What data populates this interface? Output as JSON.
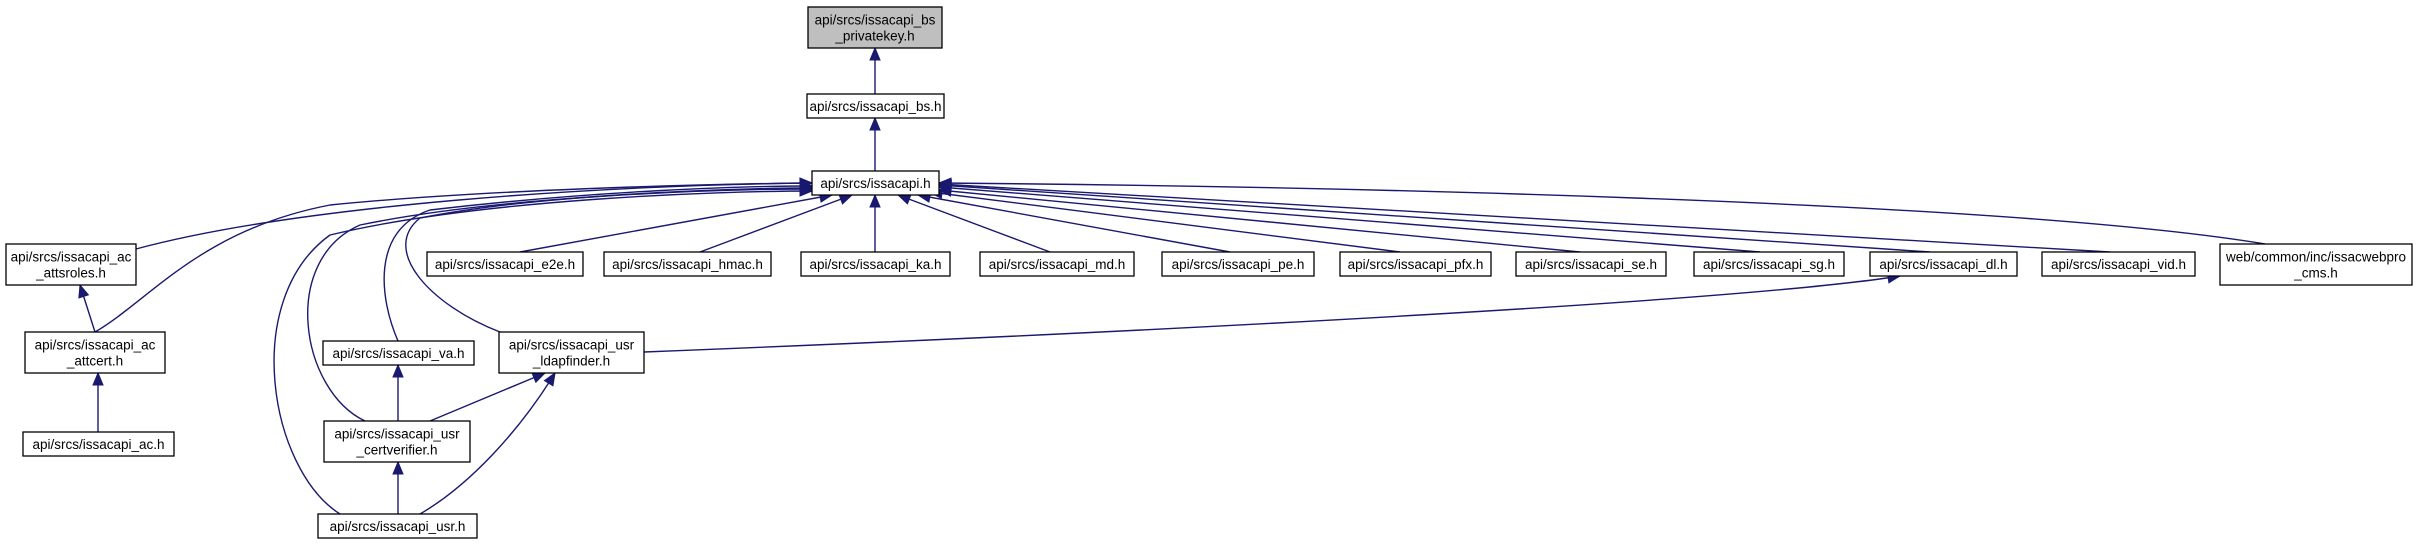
{
  "diagram": {
    "nodes": [
      {
        "id": "bs_privatekey",
        "lines": [
          "api/srcs/issacapi_bs",
          "_privatekey.h"
        ],
        "current": true
      },
      {
        "id": "bs",
        "lines": [
          "api/srcs/issacapi_bs.h"
        ]
      },
      {
        "id": "issacapi",
        "lines": [
          "api/srcs/issacapi.h"
        ]
      },
      {
        "id": "ac_attsroles",
        "lines": [
          "api/srcs/issacapi_ac",
          "_attsroles.h"
        ]
      },
      {
        "id": "e2e",
        "lines": [
          "api/srcs/issacapi_e2e.h"
        ]
      },
      {
        "id": "hmac",
        "lines": [
          "api/srcs/issacapi_hmac.h"
        ]
      },
      {
        "id": "ka",
        "lines": [
          "api/srcs/issacapi_ka.h"
        ]
      },
      {
        "id": "md",
        "lines": [
          "api/srcs/issacapi_md.h"
        ]
      },
      {
        "id": "pe",
        "lines": [
          "api/srcs/issacapi_pe.h"
        ]
      },
      {
        "id": "pfx",
        "lines": [
          "api/srcs/issacapi_pfx.h"
        ]
      },
      {
        "id": "se",
        "lines": [
          "api/srcs/issacapi_se.h"
        ]
      },
      {
        "id": "sg",
        "lines": [
          "api/srcs/issacapi_sg.h"
        ]
      },
      {
        "id": "dl",
        "lines": [
          "api/srcs/issacapi_dl.h"
        ]
      },
      {
        "id": "vid",
        "lines": [
          "api/srcs/issacapi_vid.h"
        ]
      },
      {
        "id": "cms",
        "lines": [
          "web/common/inc/issacwebpro",
          "_cms.h"
        ]
      },
      {
        "id": "ac_attcert",
        "lines": [
          "api/srcs/issacapi_ac",
          "_attcert.h"
        ]
      },
      {
        "id": "va",
        "lines": [
          "api/srcs/issacapi_va.h"
        ]
      },
      {
        "id": "usr_ldapfinder",
        "lines": [
          "api/srcs/issacapi_usr",
          "_ldapfinder.h"
        ]
      },
      {
        "id": "ac",
        "lines": [
          "api/srcs/issacapi_ac.h"
        ]
      },
      {
        "id": "usr_certverifier",
        "lines": [
          "api/srcs/issacapi_usr",
          "_certverifier.h"
        ]
      },
      {
        "id": "usr",
        "lines": [
          "api/srcs/issacapi_usr.h"
        ]
      }
    ],
    "edges": [
      {
        "from": "bs",
        "to": "bs_privatekey"
      },
      {
        "from": "issacapi",
        "to": "bs"
      },
      {
        "from": "ac_attsroles",
        "to": "issacapi"
      },
      {
        "from": "ac_attcert",
        "to": "issacapi"
      },
      {
        "from": "e2e",
        "to": "issacapi"
      },
      {
        "from": "hmac",
        "to": "issacapi"
      },
      {
        "from": "ka",
        "to": "issacapi"
      },
      {
        "from": "md",
        "to": "issacapi"
      },
      {
        "from": "pe",
        "to": "issacapi"
      },
      {
        "from": "pfx",
        "to": "issacapi"
      },
      {
        "from": "se",
        "to": "issacapi"
      },
      {
        "from": "sg",
        "to": "issacapi"
      },
      {
        "from": "dl",
        "to": "issacapi"
      },
      {
        "from": "vid",
        "to": "issacapi"
      },
      {
        "from": "cms",
        "to": "issacapi"
      },
      {
        "from": "va",
        "to": "issacapi"
      },
      {
        "from": "usr_ldapfinder",
        "to": "issacapi"
      },
      {
        "from": "usr_certverifier",
        "to": "issacapi"
      },
      {
        "from": "usr",
        "to": "issacapi"
      },
      {
        "from": "ac_attcert",
        "to": "ac_attsroles"
      },
      {
        "from": "ac",
        "to": "ac_attcert"
      },
      {
        "from": "usr_ldapfinder",
        "to": "dl"
      },
      {
        "from": "usr_certverifier",
        "to": "va"
      },
      {
        "from": "usr_certverifier",
        "to": "usr_ldapfinder"
      },
      {
        "from": "usr",
        "to": "usr_ldapfinder"
      },
      {
        "from": "usr",
        "to": "usr_certverifier"
      }
    ]
  }
}
